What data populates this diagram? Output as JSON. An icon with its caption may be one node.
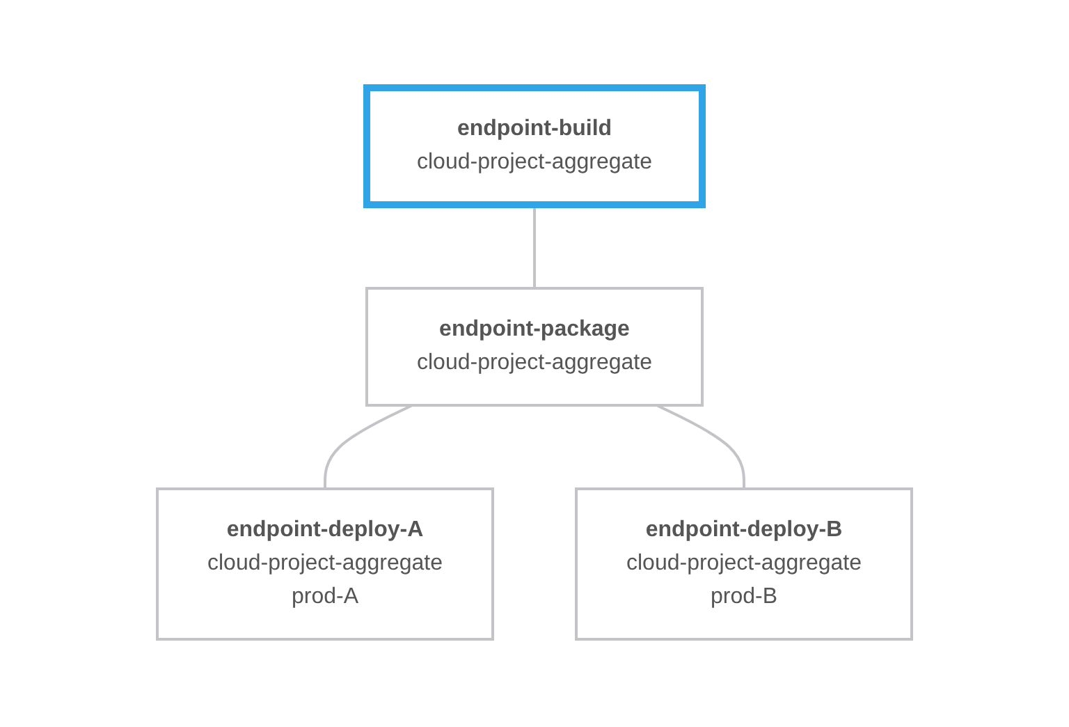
{
  "diagram": {
    "nodes": [
      {
        "text": [
          "endpoint-build",
          "cloud-project-aggregate"
        ]
      },
      {
        "text": [
          "endpoint-package",
          "cloud-project-aggregate"
        ]
      },
      {
        "text": [
          "endpoint-deploy-A",
          "cloud-project-aggregate",
          "prod-A"
        ]
      },
      {
        "text": [
          "endpoint-deploy-B",
          "cloud-project-aggregate",
          "prod-B"
        ]
      }
    ],
    "edges": [
      {
        "from": 0,
        "to": 1,
        "arrow": "none"
      },
      {
        "from": 1,
        "to": 2,
        "arrow": "none"
      },
      {
        "from": 1,
        "to": 3,
        "arrow": "none"
      }
    ]
  }
}
